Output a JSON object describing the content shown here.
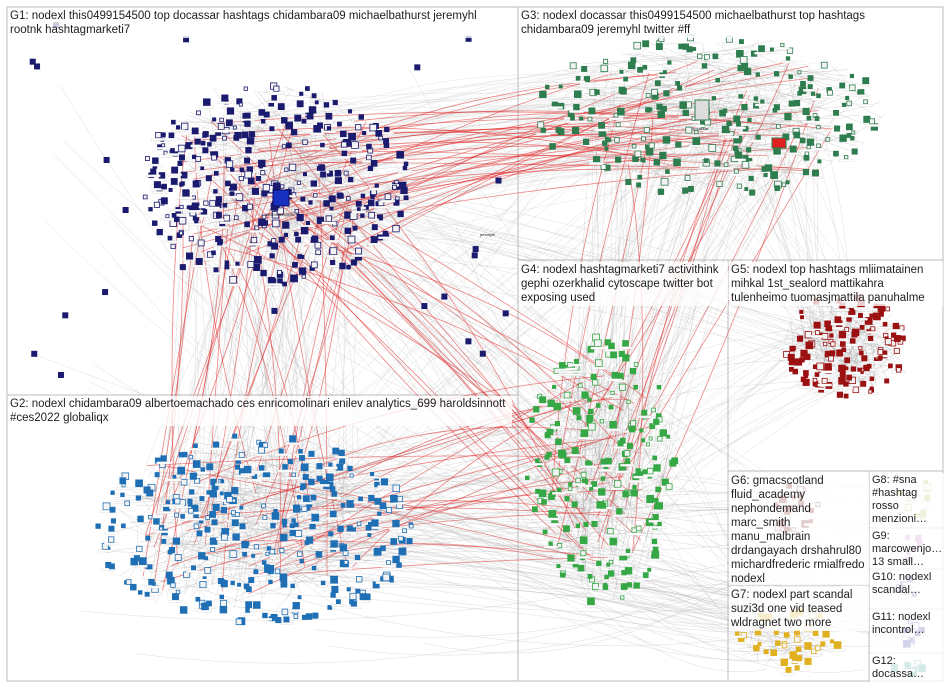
{
  "graph": {
    "groups": [
      {
        "id": "G1",
        "label": "G1: nodexl this0499154500 top docassar hashtags chidambara09 michaelbathurst jeremyhl rootnk hashtagmarketi7",
        "color": "#1a1a6e"
      },
      {
        "id": "G2",
        "label": "G2: nodexl chidambara09 albertoemachado ces enricomolinari enilev analytics_699 haroldsinnott #ces2022 globaliqx",
        "color": "#1f6fb5"
      },
      {
        "id": "G3",
        "label": "G3: nodexl docassar this0499154500 michaelbathurst top hashtags chidambara09 jeremyhl twitter #ff",
        "color": "#2e7d4f"
      },
      {
        "id": "G4",
        "label": "G4: nodexl hashtagmarketi7 activithink gephi ozerkhalid cytoscape twitter bot exposing used",
        "color": "#35a845"
      },
      {
        "id": "G5",
        "label": "G5: nodexl top hashtags mliimatainen mihkal 1st_sealord mattikahra tulenheimo tuomasjmattila panuhalme",
        "color": "#9b1010"
      },
      {
        "id": "G6",
        "label": "G6: gmacscotland fluid_academy nephondemand marc_smith manu_malbrain drdangayach drshahrul80 michardfrederic rmialfredo nodexl",
        "color": "#7a1515"
      },
      {
        "id": "G7",
        "label": "G7: nodexl part scandal suzi3d one vid teased wldragnet two more",
        "color": "#e0b020"
      },
      {
        "id": "G8",
        "label": "G8: #sna #hashtag rosso menzioni…",
        "color": "#a8c85a"
      },
      {
        "id": "G9",
        "label": "G9: marcowenjo… 13 small…",
        "color": "#c080c0"
      },
      {
        "id": "G10",
        "label": "G10: nodexl scandal…",
        "color": "#7a6bb8"
      },
      {
        "id": "G11",
        "label": "G11: nodexl incontrol…",
        "color": "#3a3a9a"
      },
      {
        "id": "G12",
        "label": "G12: docassa…",
        "color": "#40a090"
      }
    ],
    "hub_labels": [
      {
        "group": "G1",
        "text": "this0499154500"
      },
      {
        "group": "G3",
        "text": "docassar"
      },
      {
        "group": "G1",
        "text": "jeremyhl"
      }
    ]
  }
}
